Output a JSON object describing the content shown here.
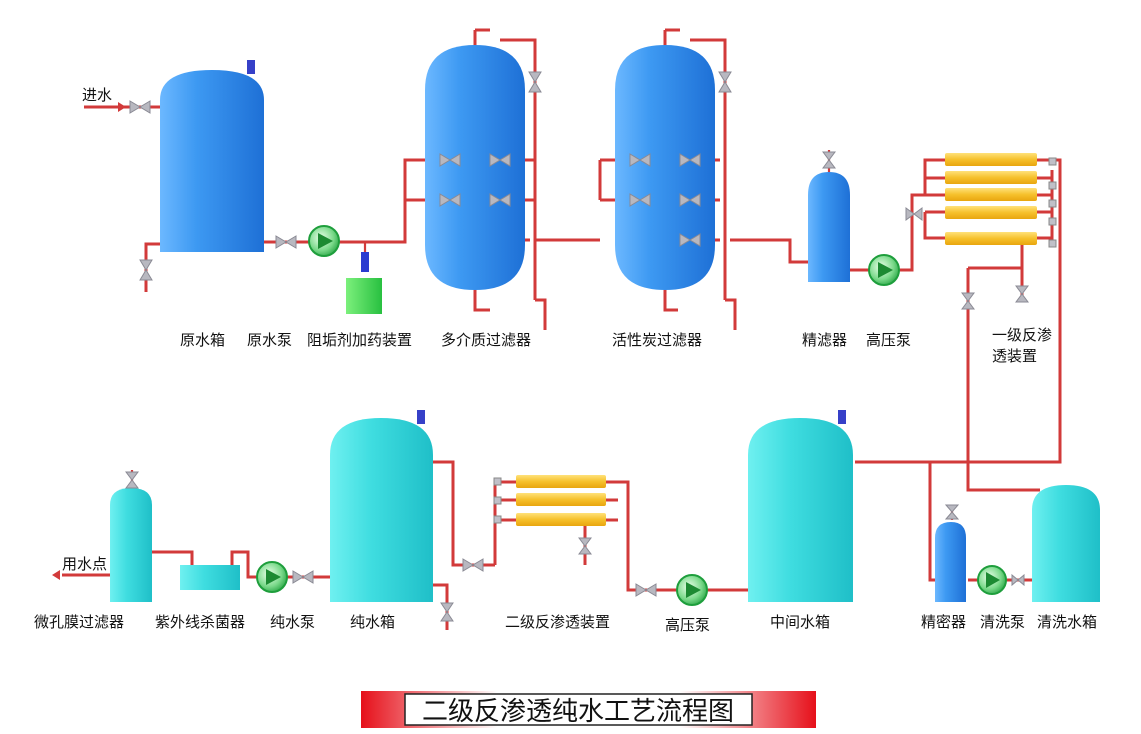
{
  "title": "二级反渗透纯水工艺流程图",
  "labels": {
    "inlet": "进水",
    "raw_tank": "原水箱",
    "raw_pump": "原水泵",
    "dosing": "阻垢剂加药装置",
    "multi_media": "多介质过滤器",
    "carbon": "活性炭过滤器",
    "precision_filter": "精滤器",
    "hp_pump_1": "高压泵",
    "ro1_line1": "一级反渗",
    "ro1_line2": "透装置",
    "use_point": "用水点",
    "microporous": "微孔膜过滤器",
    "uv": "紫外线杀菌器",
    "pure_pump": "纯水泵",
    "pure_tank": "纯水箱",
    "ro2": "二级反渗透装置",
    "hp_pump_2": "高压泵",
    "mid_tank": "中间水箱",
    "precision_2": "精密器",
    "clean_pump": "清洗泵",
    "clean_tank": "清洗水箱"
  },
  "colors": {
    "pipe": "#d23a3a",
    "tank_blue": "#2d8de8",
    "tank_cyan": "#2fd3d8",
    "membrane": "#f5c02a",
    "pump": "#27b84a",
    "title_bar": "#e8141a"
  }
}
